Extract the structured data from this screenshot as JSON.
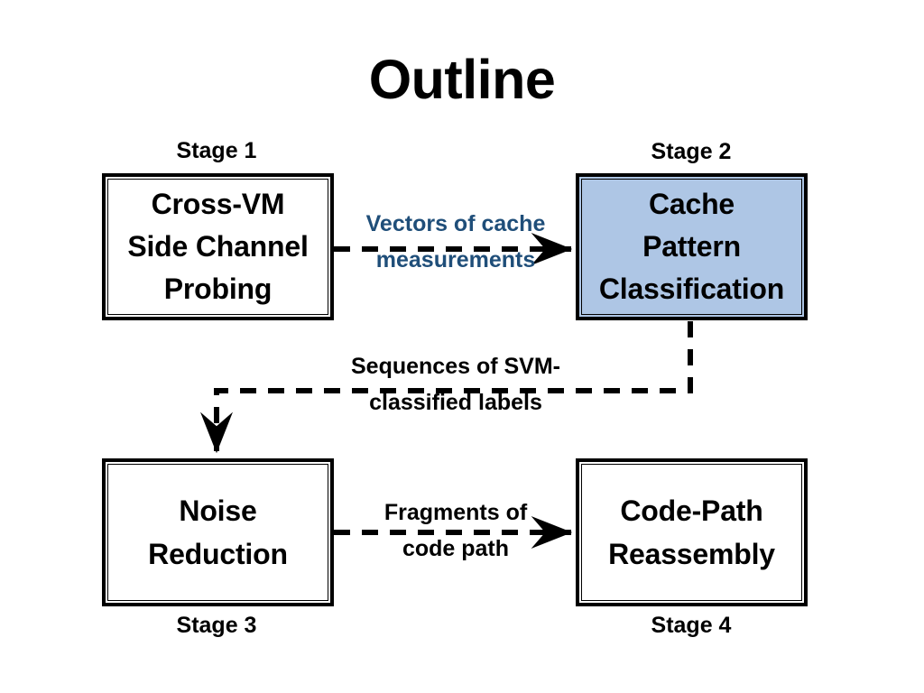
{
  "slide": {
    "title": "Outline",
    "background_color": "#ffffff"
  },
  "colors": {
    "highlight_box_fill": "#aec6e5",
    "accent_label_text": "#1f4e79",
    "default_text": "#000000",
    "border": "#000000"
  },
  "stages": [
    {
      "id": "stage1",
      "caption": "Stage 1",
      "caption_position": "above",
      "lines": [
        "Cross-VM",
        "Side Channel",
        "Probing"
      ],
      "filled": false
    },
    {
      "id": "stage2",
      "caption": "Stage 2",
      "caption_position": "above",
      "lines": [
        "Cache",
        "Pattern",
        "Classification"
      ],
      "filled": true
    },
    {
      "id": "stage3",
      "caption": "Stage 3",
      "caption_position": "below",
      "lines": [
        "Noise",
        "Reduction"
      ],
      "filled": false
    },
    {
      "id": "stage4",
      "caption": "Stage 4",
      "caption_position": "below",
      "lines": [
        "Code-Path",
        "Reassembly"
      ],
      "filled": false
    }
  ],
  "edges": [
    {
      "id": "edge-vectors",
      "from": "stage1",
      "to": "stage2",
      "style": "dashed-arrow",
      "lines": [
        "Vectors of cache",
        "measurements"
      ],
      "text_color": "#1f4e79"
    },
    {
      "id": "edge-sequences",
      "from": "stage2",
      "to": "stage3",
      "style": "dashed-arrow",
      "lines": [
        "Sequences of SVM-",
        "classified labels"
      ],
      "text_color": "#000000"
    },
    {
      "id": "edge-fragments",
      "from": "stage3",
      "to": "stage4",
      "style": "dashed-arrow",
      "lines": [
        "Fragments of",
        "code path"
      ],
      "text_color": "#000000"
    }
  ]
}
